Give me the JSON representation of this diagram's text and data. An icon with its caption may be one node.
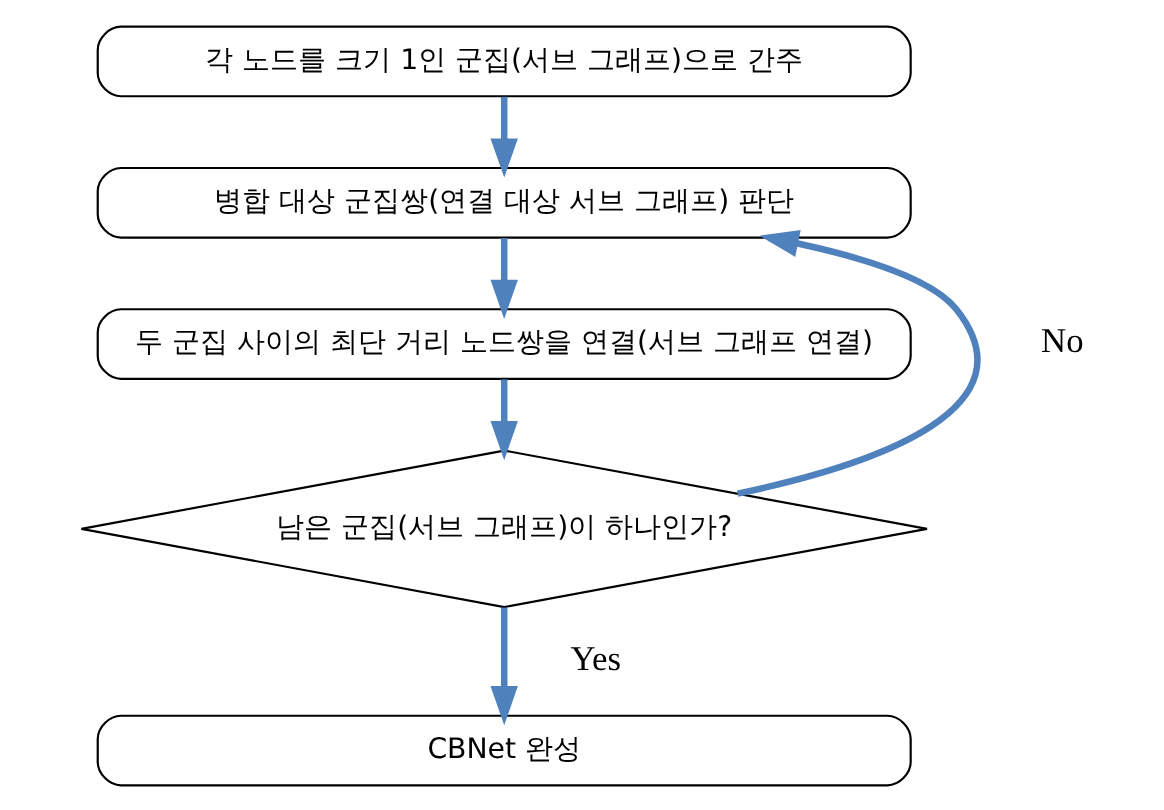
{
  "diagram": {
    "nodes": [
      {
        "text": [
          "각 노드를 크기 1인 군집(서브 그래프)으로 간주"
        ]
      },
      {
        "text": [
          "병합 대상 군집쌍(연결 대상 서브 그래프) 판단"
        ]
      },
      {
        "text": [
          "두 군집 사이의 최단 거리 노드쌍을 연결(서브 그래프 연결)"
        ]
      },
      {
        "text": [
          "남은 군집(서브 그래프)이 하나인가?"
        ]
      },
      {
        "text": [
          "CBNet 완성"
        ]
      }
    ],
    "edges": [
      {
        "from": 0,
        "to": 1,
        "arrow": "to",
        "color": "#4f81bd"
      },
      {
        "from": 1,
        "to": 2,
        "arrow": "to",
        "color": "#4f81bd"
      },
      {
        "from": 2,
        "to": 3,
        "arrow": "to",
        "color": "#4f81bd"
      },
      {
        "from": 3,
        "to": 4,
        "arrow": "to",
        "color": "#4f81bd",
        "label": "Yes"
      },
      {
        "from": 3,
        "to": 1,
        "arrow": "to",
        "color": "#4f81bd",
        "label": "No"
      }
    ]
  }
}
